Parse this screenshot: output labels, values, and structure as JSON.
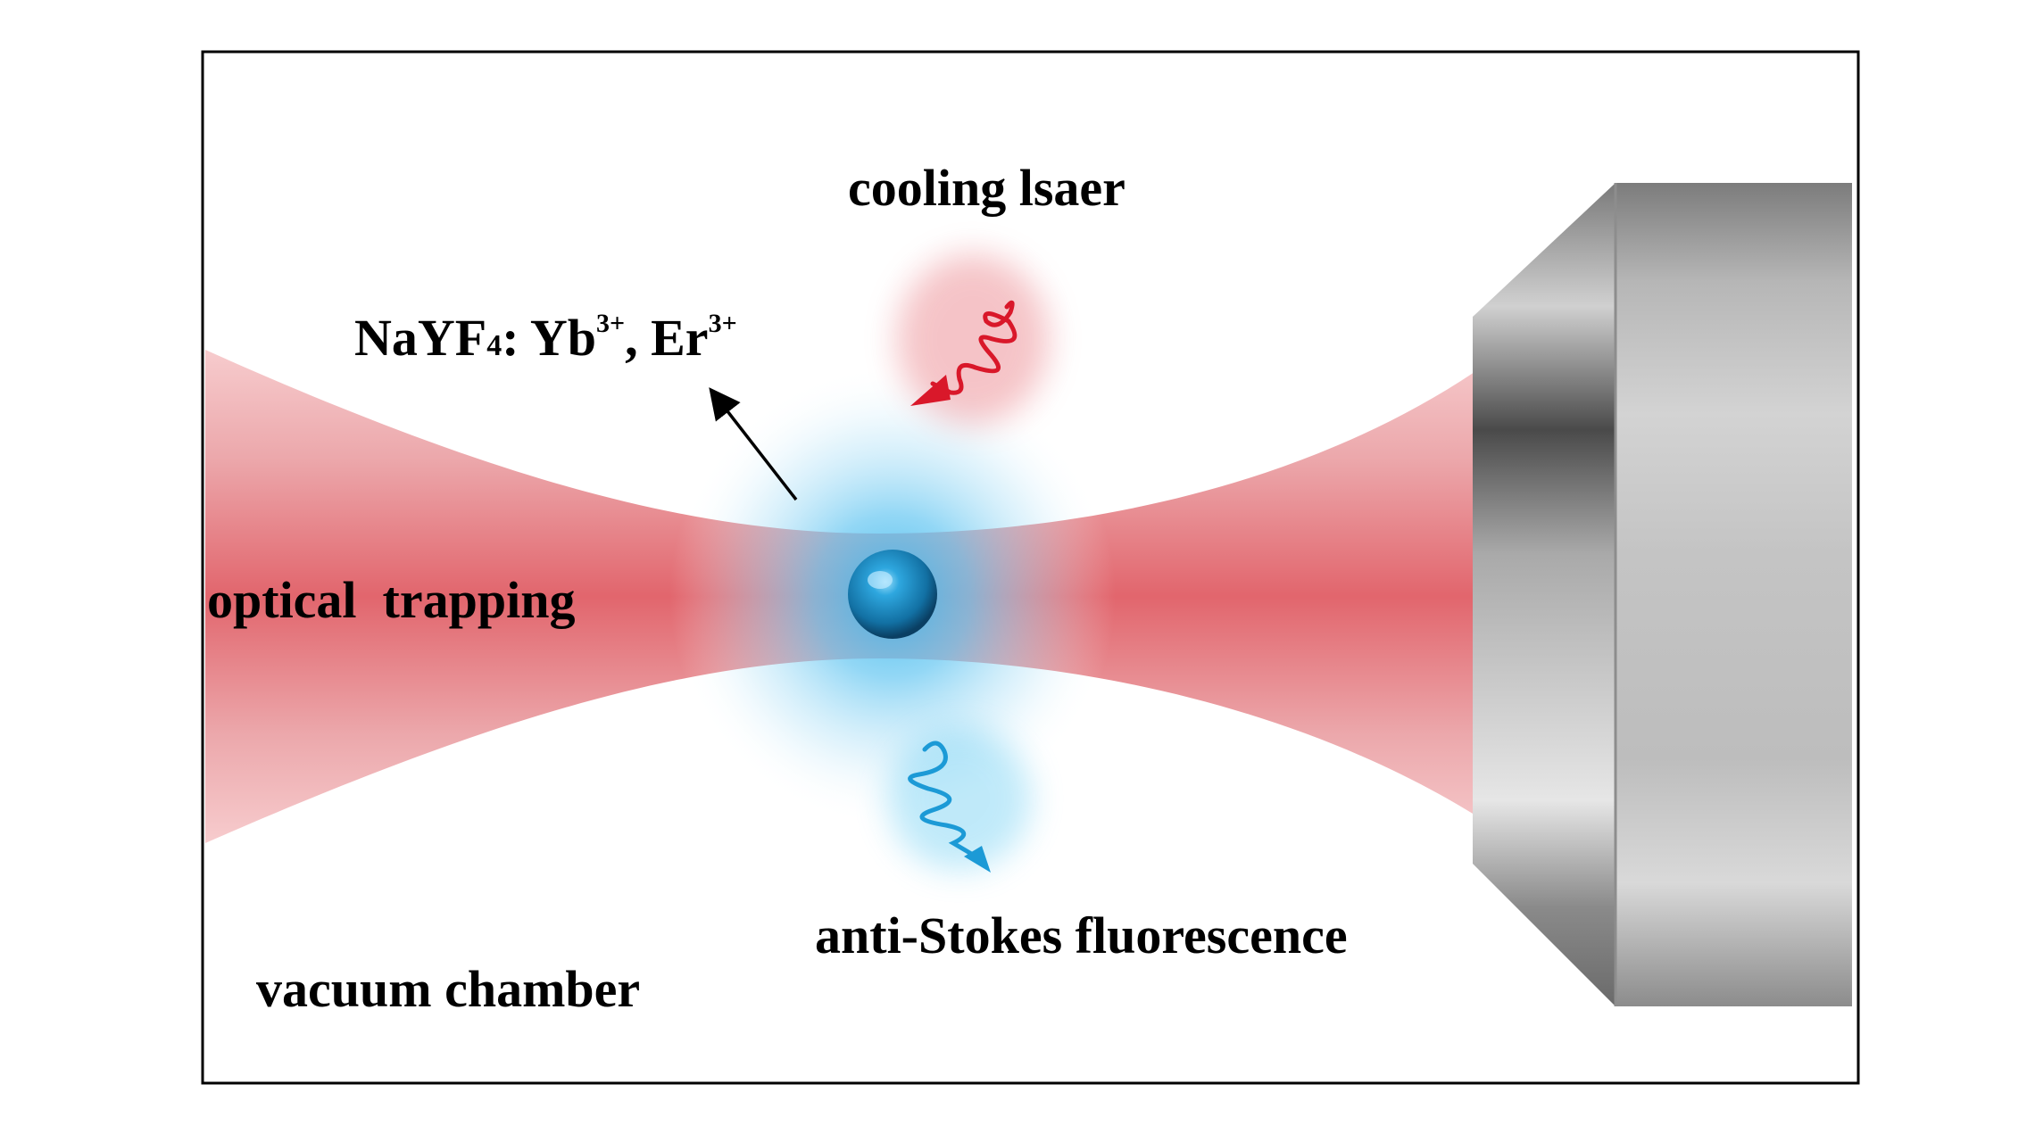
{
  "labels": {
    "cooling_laser": "cooling lsaer",
    "material": {
      "base": "NaYF",
      "subscript": "4",
      "dopant1_prefix": ": Yb",
      "dopant1_charge": "3+",
      "separator": ", Er",
      "dopant2_charge": "3+"
    },
    "optical_trapping": "optical  trapping",
    "anti_stokes": "anti-Stokes fluorescence",
    "vacuum_chamber": "vacuum chamber"
  },
  "colors": {
    "trap_beam": "#e0565e",
    "glow": "#4cc3f0",
    "particle": "#1a8cc4",
    "cooling_photon": "#d9182a",
    "fluorescence_photon": "#1c9ad6",
    "objective_metal": "#9a9a9a",
    "frame": "#000000"
  }
}
